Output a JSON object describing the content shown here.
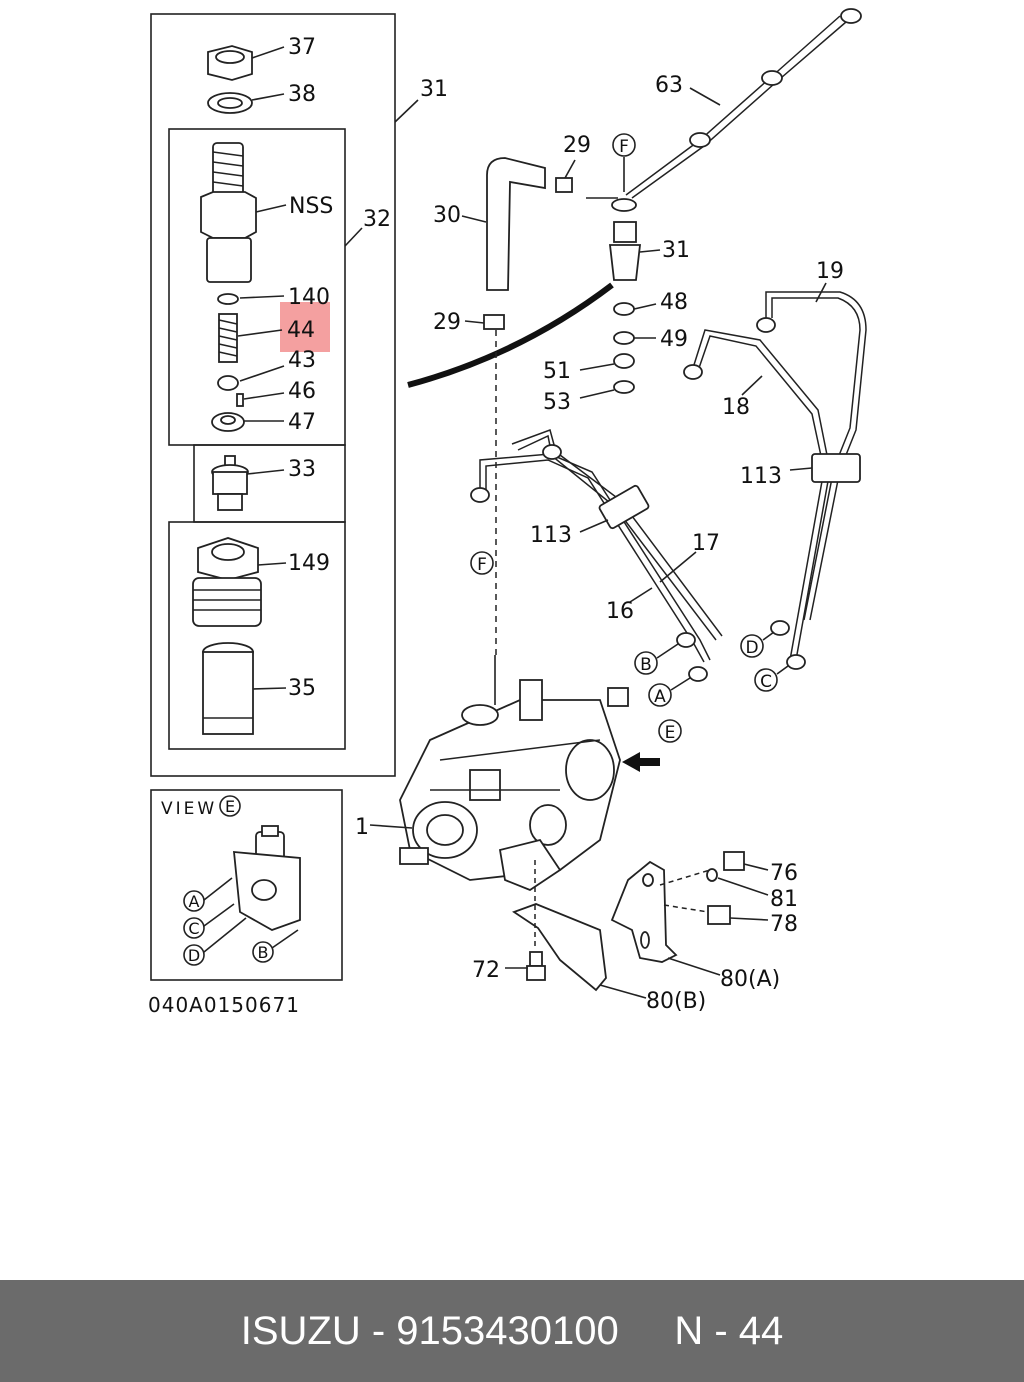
{
  "diagram": {
    "drawing_code": "040A0150671",
    "view_title": "VIEW",
    "view_ref": "E",
    "highlight_label": "44",
    "labels": {
      "l37": "37",
      "l38": "38",
      "l31a": "31",
      "lNSS": "NSS",
      "l32": "32",
      "l140": "140",
      "l43": "43",
      "l46": "46",
      "l47": "47",
      "l33": "33",
      "l149": "149",
      "l35": "35",
      "l63": "63",
      "l29a": "29",
      "l29b": "29",
      "l30": "30",
      "l31b": "31",
      "l48": "48",
      "l49": "49",
      "l51": "51",
      "l53": "53",
      "l19": "19",
      "l18": "18",
      "l113a": "113",
      "l113b": "113",
      "l17": "17",
      "l16": "16",
      "l1": "1",
      "l76": "76",
      "l81": "81",
      "l78": "78",
      "l80A": "80(A)",
      "l80B": "80(B)",
      "l72": "72"
    },
    "circled": {
      "F1": "F",
      "F2": "F",
      "B1": "B",
      "A1": "A",
      "E1": "E",
      "D1": "D",
      "C1": "C",
      "vA": "A",
      "vC": "C",
      "vD": "D",
      "vB": "B"
    }
  },
  "footer": {
    "brand": "ISUZU",
    "part_number": "9153430100",
    "ref": "N - 44"
  }
}
